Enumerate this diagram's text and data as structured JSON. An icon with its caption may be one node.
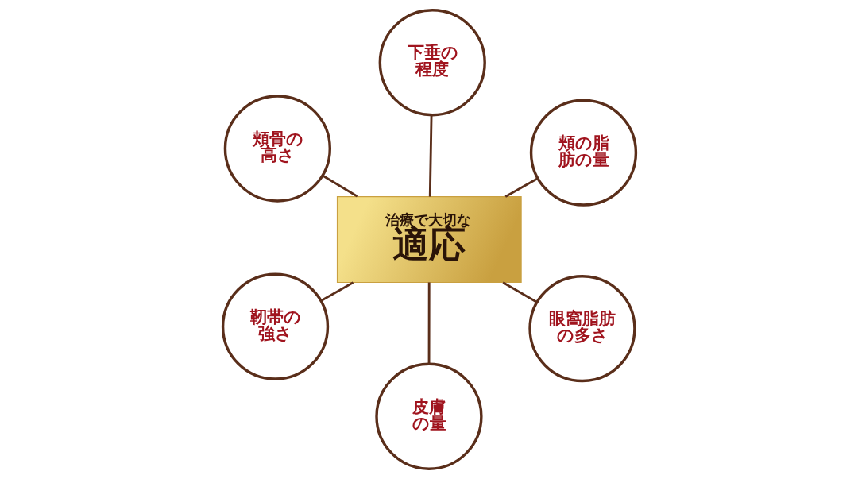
{
  "diagram": {
    "nodes": [
      {
        "text": [
          "治療で大切な",
          "適応"
        ]
      },
      {
        "text": [
          "眼窩脂肪の多さ"
        ]
      },
      {
        "text": [
          "皮膚の量"
        ]
      },
      {
        "text": [
          "頬骨の高さ"
        ]
      },
      {
        "text": [
          "頬の脂肪の量"
        ]
      },
      {
        "text": [
          "下垂の程度"
        ]
      },
      {
        "text": [
          "靭帯の強さ"
        ]
      }
    ],
    "edges": [
      {
        "from": 0,
        "to": 1,
        "arrow": "none"
      },
      {
        "from": 0,
        "to": 2,
        "arrow": "none"
      },
      {
        "from": 0,
        "to": 3,
        "arrow": "none"
      },
      {
        "from": 0,
        "to": 4,
        "arrow": "none"
      },
      {
        "from": 0,
        "to": 5,
        "arrow": "none"
      },
      {
        "from": 0,
        "to": 6,
        "arrow": "none"
      }
    ]
  }
}
